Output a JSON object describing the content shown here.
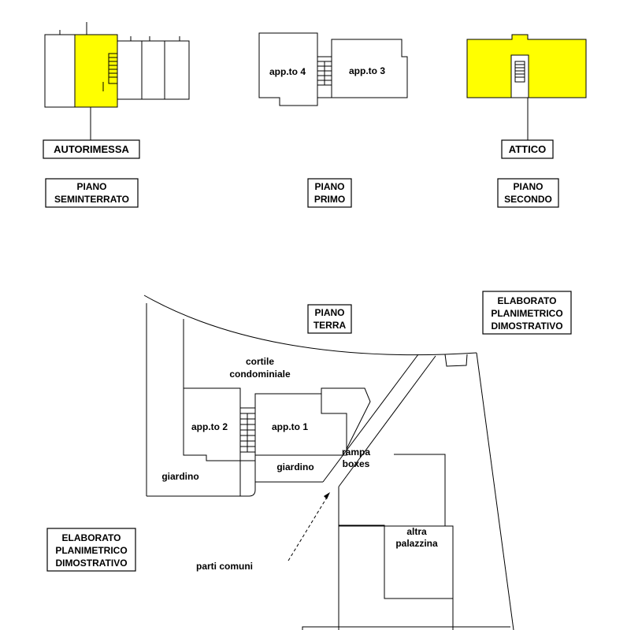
{
  "colors": {
    "highlight": "#ffff00",
    "line": "#000000",
    "background": "#ffffff"
  },
  "floors": {
    "seminterrato": {
      "title": [
        "PIANO",
        "SEMINTERRATO"
      ],
      "unit_label": "AUTORIMESSA"
    },
    "primo": {
      "title": [
        "PIANO",
        "PRIMO"
      ],
      "rooms": [
        "app.to 4",
        "app.to 3"
      ]
    },
    "secondo": {
      "title": [
        "PIANO",
        "SECONDO"
      ],
      "unit_label": "ATTICO"
    },
    "terra": {
      "title": [
        "PIANO",
        "TERRA"
      ],
      "labels": {
        "courtyard": [
          "cortile",
          "condominiale"
        ],
        "apt2": "app.to 2",
        "apt1": "app.to 1",
        "garden_left": "giardino",
        "garden_right": "giardino",
        "ramp": [
          "rampa",
          "boxes"
        ],
        "other_building": [
          "altra",
          "palazzina"
        ],
        "common_parts": "parti comuni"
      }
    }
  },
  "elaborato": [
    "ELABORATO",
    "PLANIMETRICO",
    "DIMOSTRATIVO"
  ]
}
